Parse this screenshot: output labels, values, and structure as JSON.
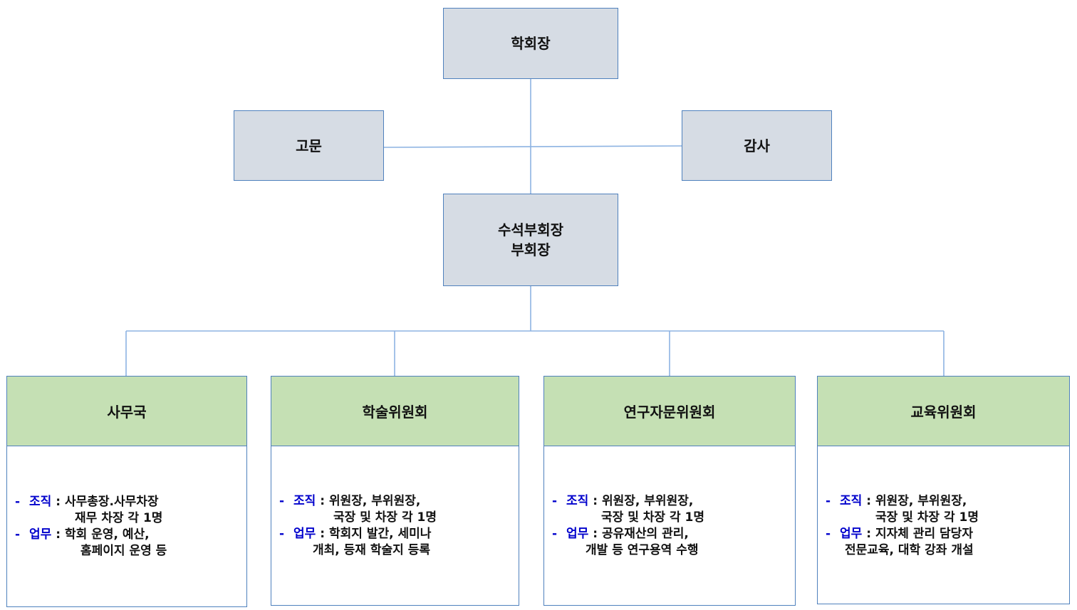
{
  "nodes": {
    "president": "학회장",
    "advisor": "고문",
    "auditor": "감사",
    "vice_president_line1": "수석부회장",
    "vice_president_line2": "부회장"
  },
  "departments": [
    {
      "title": "사무국",
      "org_label": "조직",
      "org_line1": ": 사무총장.사무차장",
      "org_line2": "재무 차장 각 1명",
      "duty_label": "업무",
      "duty_line1": ": 학회 운영, 예산,",
      "duty_line2": "홈페이지 운영 등"
    },
    {
      "title": "학술위원회",
      "org_label": "조직",
      "org_line1": ": 위원장, 부위원장,",
      "org_line2": "국장 및 차장 각 1명",
      "duty_label": "업무",
      "duty_line1": ": 학회지 발간, 세미나",
      "duty_line2": "개최, 등재 학술지 등록"
    },
    {
      "title": "연구자문위원회",
      "org_label": "조직",
      "org_line1": ": 위원장, 부위원장,",
      "org_line2": "국장 및 차장 각 1명",
      "duty_label": "업무",
      "duty_line1": ": 공유재산의 관리,",
      "duty_line2": "개발 등 연구용역 수행"
    },
    {
      "title": "교육위원회",
      "org_label": "조직",
      "org_line1": ": 위원장, 부위원장,",
      "org_line2": "국장 및 차장 각 1명",
      "duty_label": "업무",
      "duty_line1": ": 지자체 관리 담당자",
      "duty_line2": "전문교육, 대학 강좌 개설"
    }
  ],
  "bullet": "-",
  "colors": {
    "node_fill": "#d6dce4",
    "dept_header_fill": "#c5e0b4",
    "border": "#4f81bd",
    "connector": "#8db3e2",
    "label_blue": "#0000cc"
  }
}
